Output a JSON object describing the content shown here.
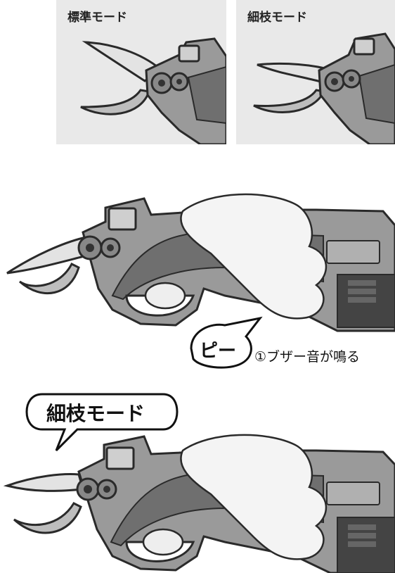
{
  "panels": {
    "left_label": "標準モード",
    "right_label": "細枝モード"
  },
  "beep": {
    "sound": "ピー",
    "caption": "①ブザー音が鳴る"
  },
  "mode_bubble": {
    "label": "細枝モード"
  },
  "colors": {
    "panel_bg": "#e9e9e9",
    "body_gray": "#9a9a9a",
    "dark_gray": "#6f6f6f",
    "blade": "#e3e3e3",
    "outline": "#2a2a2a",
    "battery": "#444444"
  }
}
